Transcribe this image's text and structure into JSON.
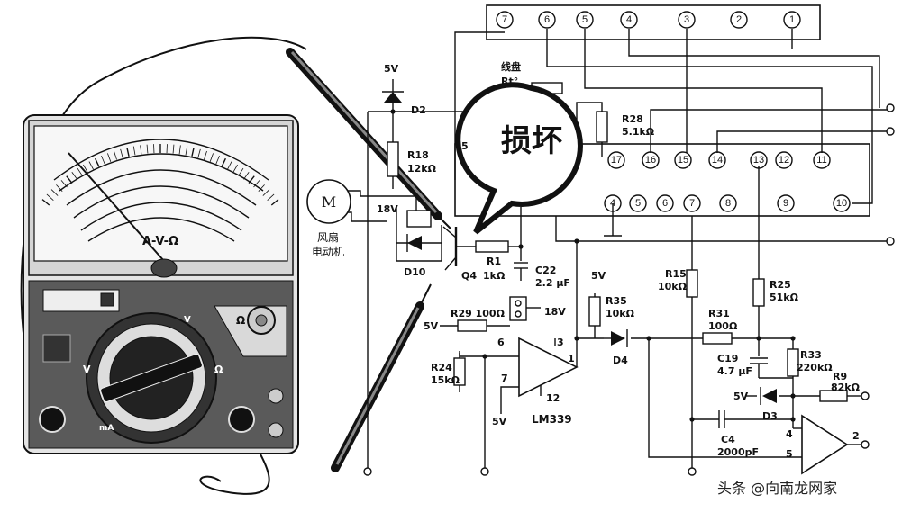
{
  "connector": {
    "pins": [
      "7",
      "6",
      "5",
      "4",
      "3",
      "2",
      "1"
    ]
  },
  "chip": {
    "upper_pins": [
      "17",
      "16",
      "15",
      "14",
      "13",
      "12",
      "11"
    ],
    "lower_pins": [
      "4",
      "5",
      "6",
      "7",
      "8",
      "9",
      "10"
    ]
  },
  "labels": {
    "coil": "线盘",
    "rt": "Rt°",
    "r28": "R28",
    "r28_val": "5.1kΩ",
    "v5_top": "5V",
    "d2": "D2",
    "r18": "R18",
    "r18_val": "12kΩ",
    "v18": "18V",
    "d10": "D10",
    "motor_letter": "M",
    "motor_caption_1": "风扇",
    "motor_caption_2": "电动机",
    "q4": "Q4",
    "r1": "R1",
    "r1_val": "1kΩ",
    "c22": "C22",
    "c22_val": "2.2 μF",
    "v5_r29": "5V",
    "r29": "R29 100Ω",
    "v18_b": "18V",
    "v5_r35": "5V",
    "r35": "R35",
    "r35_val": "10kΩ",
    "r24": "R24",
    "r24_val": "15kΩ",
    "op_pin6": "6",
    "op_pin7": "7",
    "op_pin3": "3",
    "op_pin1": "1",
    "op_pin12": "12",
    "v5_bottom": "5V",
    "lm339": "LM339",
    "d4": "D4",
    "r15": "R15",
    "r15_val": "10kΩ",
    "r25": "R25",
    "r25_val": "51kΩ",
    "r31": "R31",
    "r31_val": "100Ω",
    "c19": "C19",
    "c19_val": "4.7 μF",
    "r33": "R33",
    "r33_val": "220kΩ",
    "r9": "R9",
    "r9_val": "82kΩ",
    "v5_d3": "5V",
    "d3": "D3",
    "c4": "C4",
    "c4_val": "2000pF",
    "op2_pin4": "4",
    "op2_pin5": "5",
    "op2_pin2": "2",
    "pin5_left": "5",
    "damaged_callout": "损坏",
    "watermark": "头条 @向南龙网家"
  },
  "meter": {
    "scale_caption": "A-V-Ω",
    "dial_labels": [
      "V",
      "Ω",
      "mA",
      "V"
    ],
    "ohm_jack": "Ω"
  }
}
